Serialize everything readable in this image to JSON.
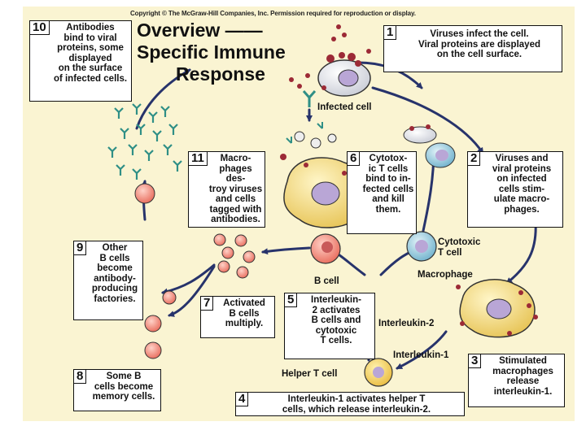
{
  "copyright": "Copyright © The McGraw-Hill Companies, Inc. Permission required for reproduction or display.",
  "title": {
    "line1": "Overview ——",
    "line2": "Specific Immune",
    "line3": "Response"
  },
  "steps": [
    {
      "number": "1",
      "text": "Viruses infect the cell.\nViral proteins are displayed\non the cell surface."
    },
    {
      "number": "2",
      "text": "Viruses and\nviral proteins\non infected\ncells stim-\nulate macro-\nphages."
    },
    {
      "number": "3",
      "text": "Stimulated\nmacrophages\nrelease\ninterleukin-1."
    },
    {
      "number": "4",
      "text": "Interleukin-1 activates helper T\ncells, which release interleukin-2."
    },
    {
      "number": "5",
      "text": "Interleukin-\n2 activates\nB cells and\ncytotoxic\nT cells."
    },
    {
      "number": "6",
      "text": "Cytotox-\nic T cells\nbind to in-\nfected cells\nand kill\nthem."
    },
    {
      "number": "7",
      "text": "Activated\nB cells\nmultiply."
    },
    {
      "number": "8",
      "text": "Some B\ncells become\nmemory cells."
    },
    {
      "number": "9",
      "text": "Other\nB cells\nbecome\nantibody-\nproducing\nfactories."
    },
    {
      "number": "10",
      "text": "Antibodies\nbind to viral\nproteins, some\ndisplayed\non the surface\nof infected cells."
    },
    {
      "number": "11",
      "text": "Macro-\nphages des-\ntroy viruses\nand cells\ntagged with\nantibodies."
    }
  ],
  "labels": {
    "infected_cell": "Infected cell",
    "cytotoxic_t_cell": "Cytotoxic\nT cell",
    "macrophage": "Macrophage",
    "b_cell": "B cell",
    "interleukin_2": "Interleukin-2",
    "interleukin_1": "Interleukin-1",
    "helper_t_cell": "Helper T cell"
  },
  "colors": {
    "background": "#faf4d2",
    "b_cell": "#f08a7a",
    "t_cell": "#8fc3d8",
    "macrophage": "#f3dd82",
    "helper_t": "#f3d36b",
    "nucleus": "#b9a6d6",
    "virus": "#9c2a36",
    "antibody": "#2f8f86",
    "arrow": "#27336b"
  }
}
